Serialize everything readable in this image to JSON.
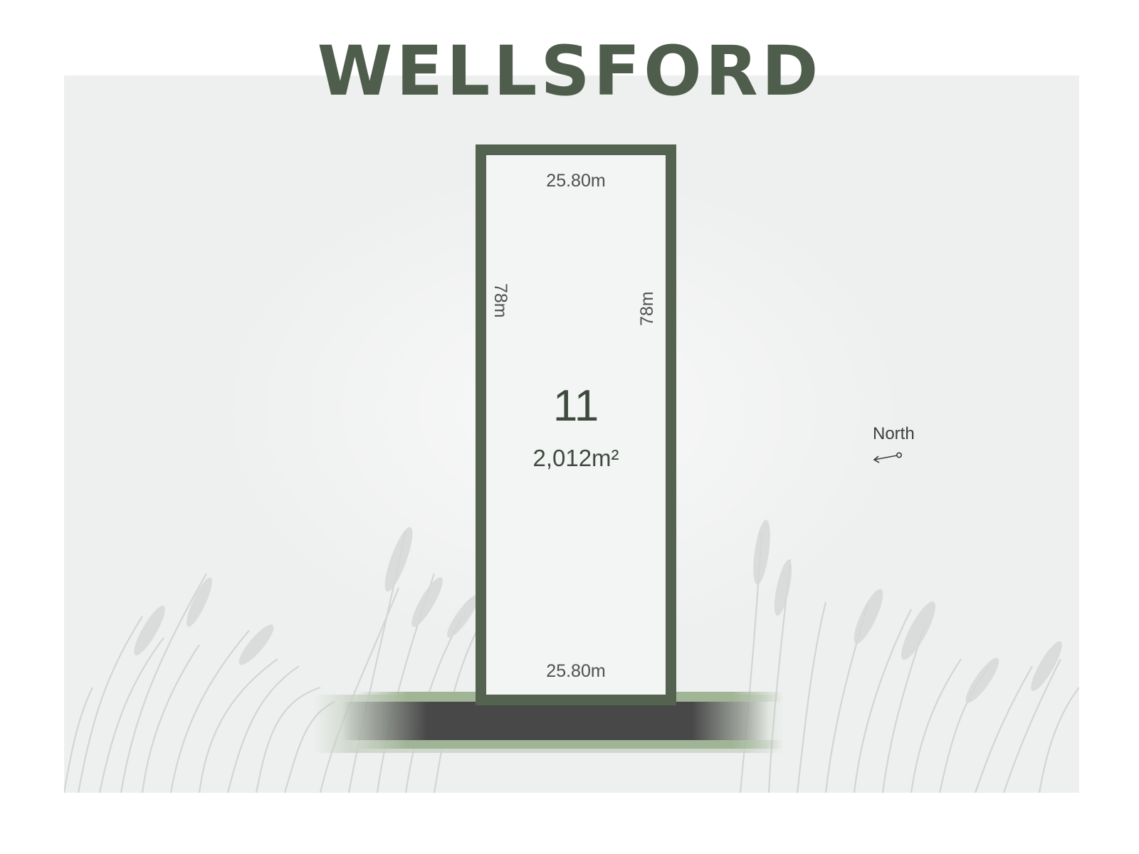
{
  "title": "WELLSFORD",
  "lot": {
    "number": "11",
    "area": "2,012m²",
    "dimensions": {
      "top": "25.80m",
      "bottom": "25.80m",
      "left": "78m",
      "right": "78m"
    }
  },
  "north_label": "North",
  "colors": {
    "brand_green": "#546350",
    "title_green": "#4f5e4c",
    "road": "#484848",
    "verge": "#a0b596",
    "panel_bg": "#eef0ef"
  }
}
